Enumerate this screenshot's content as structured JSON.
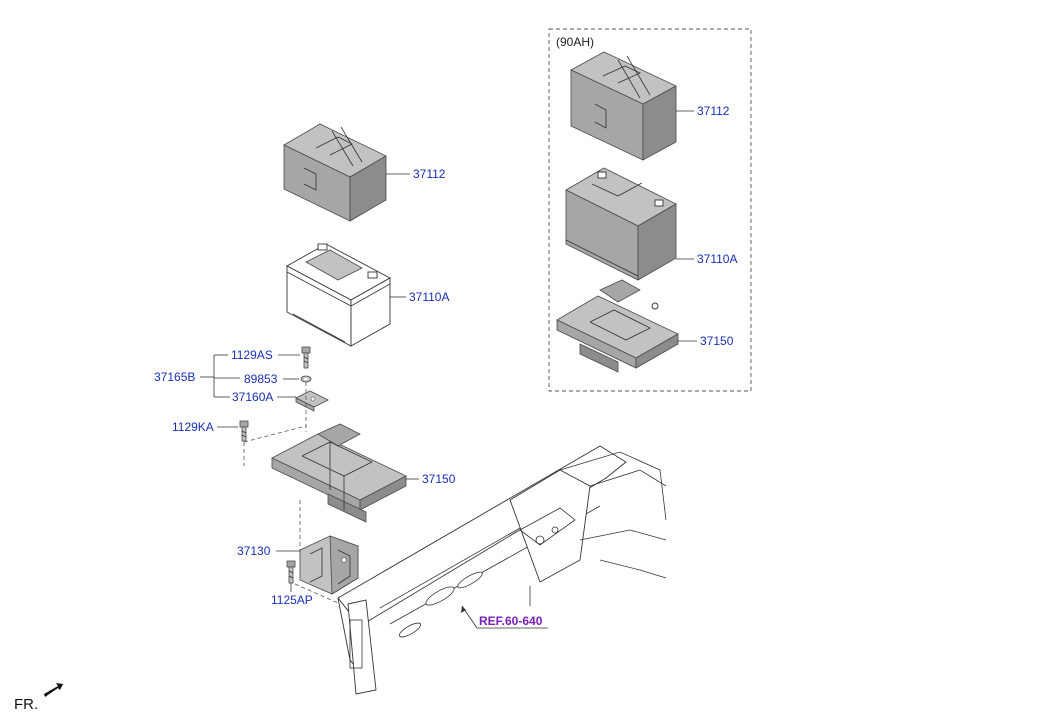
{
  "option_box": {
    "label": "(90AH)"
  },
  "callouts": {
    "tray_cover_main": "37112",
    "battery_main": "37110A",
    "bolt_1129as": "1129AS",
    "washer_89853": "89853",
    "clamp_37160a": "37160A",
    "group_37165b": "37165B",
    "bolt_1129ka": "1129KA",
    "tray_main": "37150",
    "bracket_37130": "37130",
    "bolt_1125ap": "1125AP",
    "tray_cover_90ah": "37112",
    "battery_90ah": "37110A",
    "tray_90ah": "37150"
  },
  "reference": {
    "label": "REF.60-640"
  },
  "orientation": {
    "label": "FR."
  }
}
